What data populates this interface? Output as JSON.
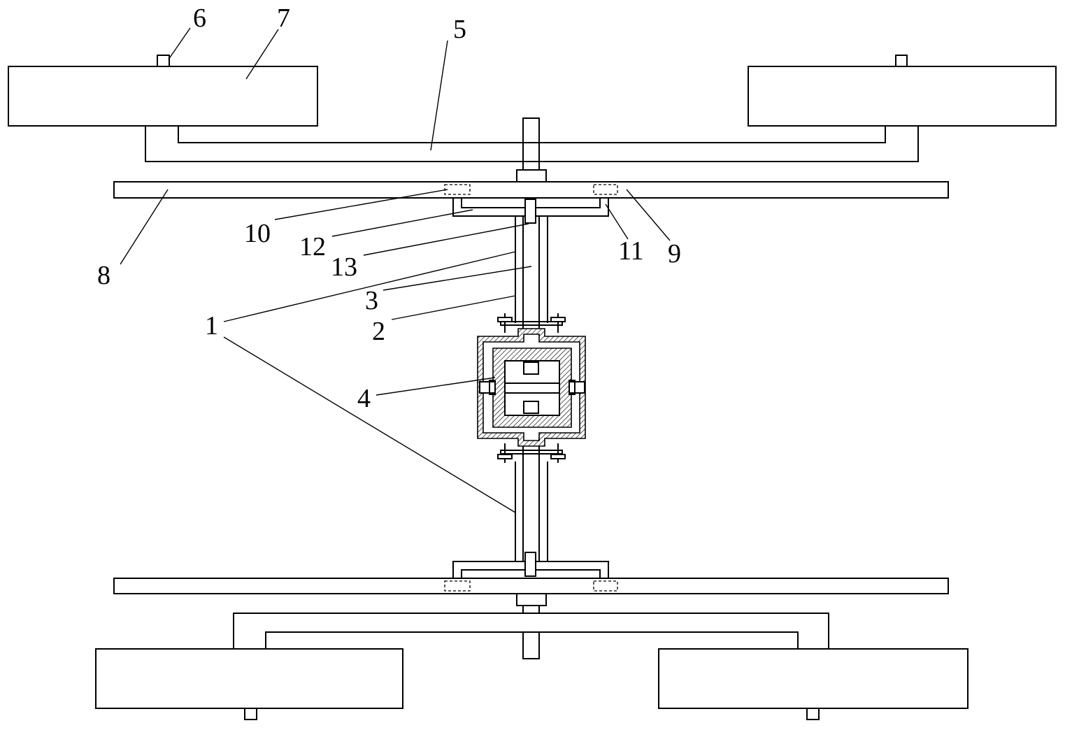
{
  "labels": {
    "l1": "1",
    "l2": "2",
    "l3": "3",
    "l4": "4",
    "l5": "5",
    "l6": "6",
    "l7": "7",
    "l8": "8",
    "l9": "9",
    "l10": "10",
    "l11": "11",
    "l12": "12",
    "l13": "13"
  },
  "colors": {
    "stroke": "#000000",
    "background": "#ffffff"
  }
}
